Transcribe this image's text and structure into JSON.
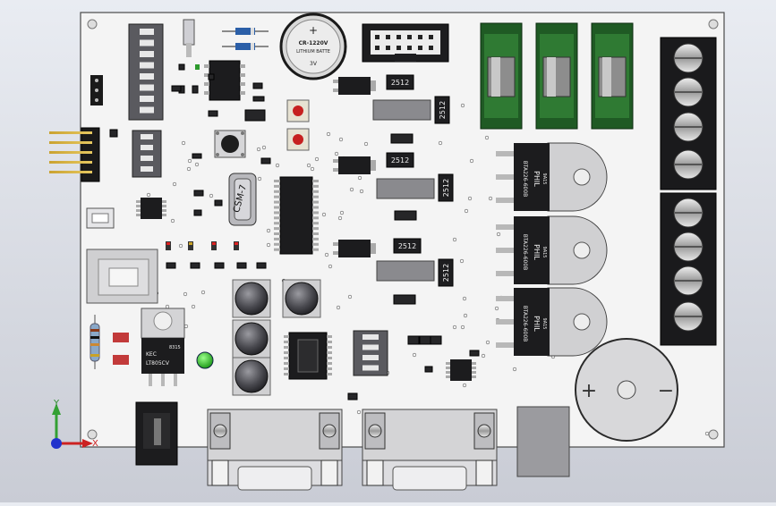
{
  "board": {
    "battery": {
      "line1": "CR-1220V",
      "line2": "LITHIUM BATTE",
      "line3": "3V",
      "plus": "+"
    },
    "crystal_label": "CSM-7",
    "resistor_label": "2512",
    "regulator": {
      "brand": "KEC",
      "part": "LT805CV",
      "mark": "8315"
    },
    "triac": {
      "brand": "PHIL",
      "part": "BTA226-600B",
      "code": "9A15"
    },
    "buzzer": {
      "plus": "+",
      "minus": "−"
    }
  },
  "axis_triad": {
    "y": "Y",
    "x": "X"
  }
}
